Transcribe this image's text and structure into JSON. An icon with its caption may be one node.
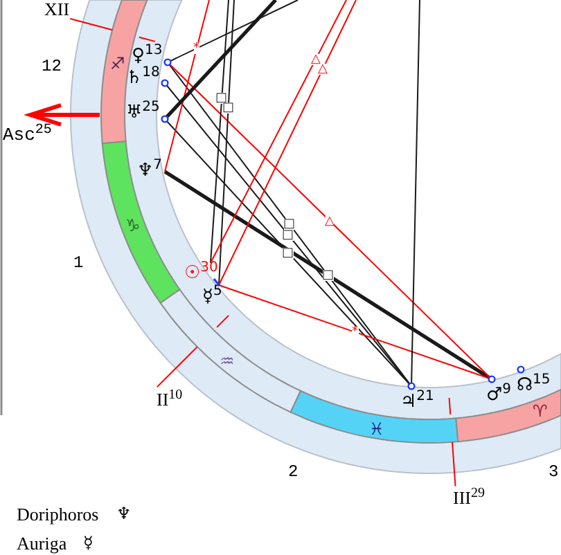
{
  "diagram": {
    "nodes": [
      {
        "text": [
          "♐"
        ]
      },
      {
        "text": [
          "♑"
        ]
      },
      {
        "text": [
          "♒"
        ]
      },
      {
        "text": [
          "♓"
        ]
      },
      {
        "text": [
          "♈"
        ]
      },
      {
        "text": [
          "♀$^{13}$"
        ]
      },
      {
        "text": [
          "♄$^{18}$"
        ]
      },
      {
        "text": [
          "♅$^{25}$"
        ]
      },
      {
        "text": [
          "♆$^{7}$"
        ]
      },
      {
        "text": [
          "☉$^{30}$"
        ]
      },
      {
        "text": [
          "☿$^{5}$"
        ]
      },
      {
        "text": [
          "♃$^{21}$"
        ]
      },
      {
        "text": [
          "♂$^{9}$"
        ]
      },
      {
        "text": [
          "☊$^{15}$"
        ]
      },
      {
        "text": [
          "XII"
        ]
      },
      {
        "text": [
          "II$^{10}$"
        ]
      },
      {
        "text": [
          "III$^{29}$"
        ]
      }
    ],
    "edges": [
      {
        "from": 5,
        "to": 11,
        "arrow": "none",
        "label": "□"
      },
      {
        "from": 6,
        "to": 11,
        "arrow": "none",
        "label": "□"
      },
      {
        "from": 7,
        "to": 11,
        "arrow": "none",
        "label": "□"
      },
      {
        "from": 8,
        "to": 12,
        "arrow": "none",
        "label": "□",
        "style": "thick"
      },
      {
        "from": 5,
        "to": 12,
        "arrow": "none",
        "label": "△",
        "color": "#ff0000"
      },
      {
        "from": 10,
        "to": 12,
        "arrow": "none",
        "label": "*",
        "color": "#ff0000"
      },
      {
        "from": 8,
        "to": null,
        "arrow": "none",
        "label": "*",
        "color": "#ff0000"
      },
      {
        "from": 9,
        "to": null,
        "arrow": "none",
        "label": "□"
      },
      {
        "from": 10,
        "to": null,
        "arrow": "none",
        "label": "□"
      },
      {
        "from": 9,
        "to": null,
        "arrow": "none",
        "label": "△",
        "color": "#ff0000"
      },
      {
        "from": 10,
        "to": null,
        "arrow": "none",
        "label": "△",
        "color": "#ff0000"
      },
      {
        "from": 7,
        "to": null,
        "arrow": "none",
        "style": "thick"
      },
      {
        "from": 11,
        "to": null,
        "arrow": "none"
      },
      {
        "from": 5,
        "to": null,
        "arrow": "none"
      },
      {
        "from": 14,
        "to": 0,
        "arrow": "none",
        "color": "#ff0000"
      },
      {
        "from": 15,
        "to": 2,
        "arrow": "none",
        "color": "#ff0000"
      },
      {
        "from": 16,
        "to": 3,
        "arrow": "none",
        "color": "#ff0000"
      }
    ],
    "labels": [
      "12",
      "Asc$^{25}$",
      "1",
      "2",
      "3",
      "Doriphoros",
      "♆",
      "Auriga",
      "☿"
    ]
  }
}
